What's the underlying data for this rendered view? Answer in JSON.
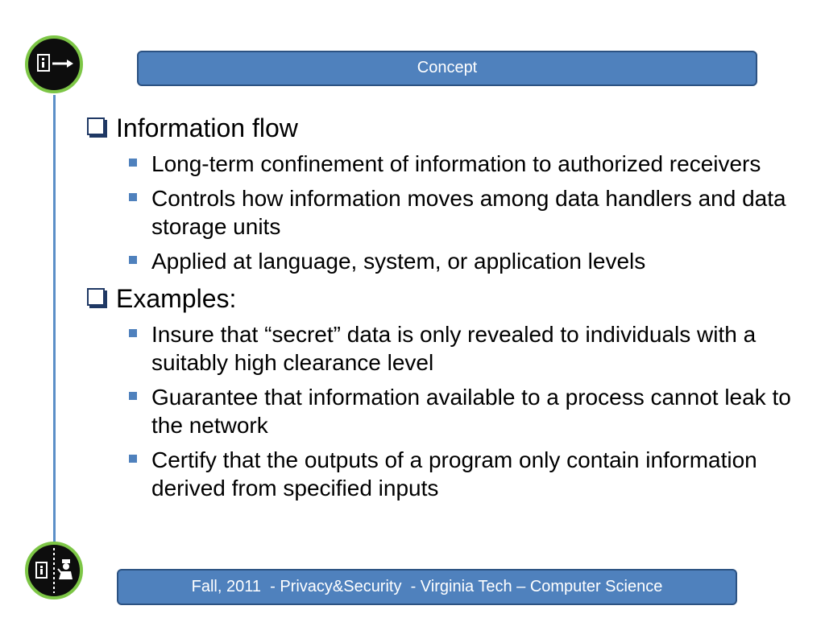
{
  "slide": {
    "title": "Concept",
    "sections": [
      {
        "heading": "Information flow",
        "bullets": [
          "Long-term confinement of information to authorized receivers",
          "Controls how information moves among data handlers and data storage units",
          "Applied at language, system, or application levels"
        ]
      },
      {
        "heading": "Examples:",
        "bullets": [
          "Insure that “secret” data is only revealed to individuals with a suitably high clearance level",
          "Guarantee that information available to a process cannot leak to the network",
          "Certify that the outputs of a program only contain information derived from specified inputs"
        ]
      }
    ],
    "footer": "Fall, 2011  - Privacy&Security  - Virginia Tech – Computer Science"
  },
  "icons": {
    "top": "document-arrow-icon",
    "bottom": "document-officer-icon"
  },
  "colors": {
    "accent": "#4f81bd",
    "circle_border": "#7dc646",
    "circle_fill": "#0d0d0d",
    "line": "#5b8fc7"
  }
}
